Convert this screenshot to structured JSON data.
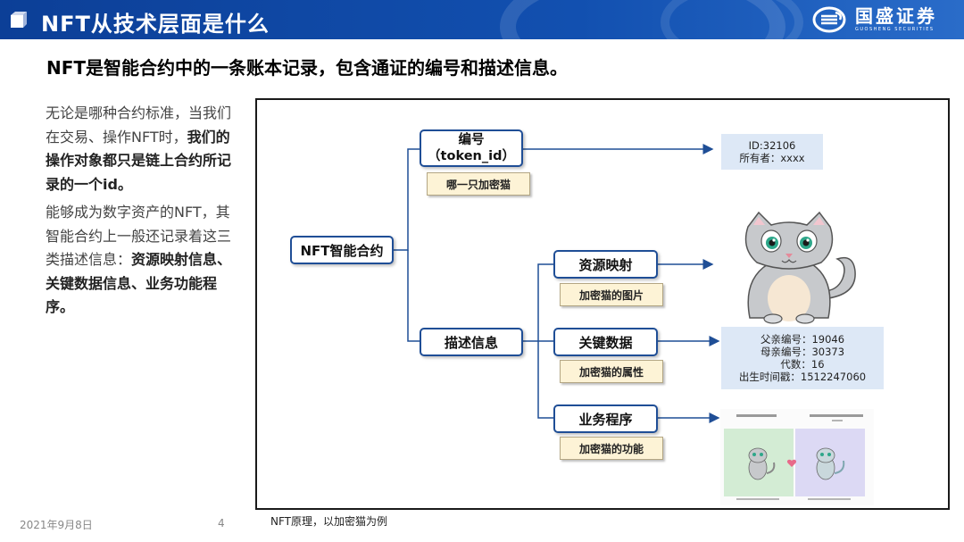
{
  "header": {
    "title": "NFT从技术层面是什么",
    "logo_cn": "国盛证券",
    "logo_en": "GUOSHENG SECURITIES"
  },
  "subtitle": "NFT是智能合约中的一条账本记录，包含通证的编号和描述信息。",
  "left_text": {
    "p1_normal": "无论是哪种合约标准，当我们在交易、操作NFT时，",
    "p1_bold": "我们的操作对象都只是链上合约所记录的一个id。",
    "p2_normal": "能够成为数字资产的NFT，其智能合约上一般还记录着这三类描述信息：",
    "p2_bold": "资源映射信息、关键数据信息、业务功能程序。"
  },
  "diagram": {
    "root": "NFT智能合约",
    "id_node_line1": "编号",
    "id_node_line2": "（token_id）",
    "id_note": "哪一只加密猫",
    "id_info_line1": "ID:32106",
    "id_info_line2": "所有者：xxxx",
    "desc_node": "描述信息",
    "resource_node": "资源映射",
    "resource_note": "加密猫的图片",
    "keydata_node": "关键数据",
    "keydata_note": "加密猫的属性",
    "keydata_info": [
      "父亲编号：19046",
      "母亲编号：30373",
      "代数：16",
      "出生时间戳：1512247060"
    ],
    "business_node": "业务程序",
    "business_note": "加密猫的功能"
  },
  "footer": {
    "date": "2021年9月8日",
    "page": "4",
    "caption": "NFT原理，以加密猫为例"
  },
  "colors": {
    "header_blue": "#0c3f97",
    "node_border": "#1f4e96",
    "note_fill": "#fdf3d6",
    "info_fill": "#dde8f6"
  }
}
